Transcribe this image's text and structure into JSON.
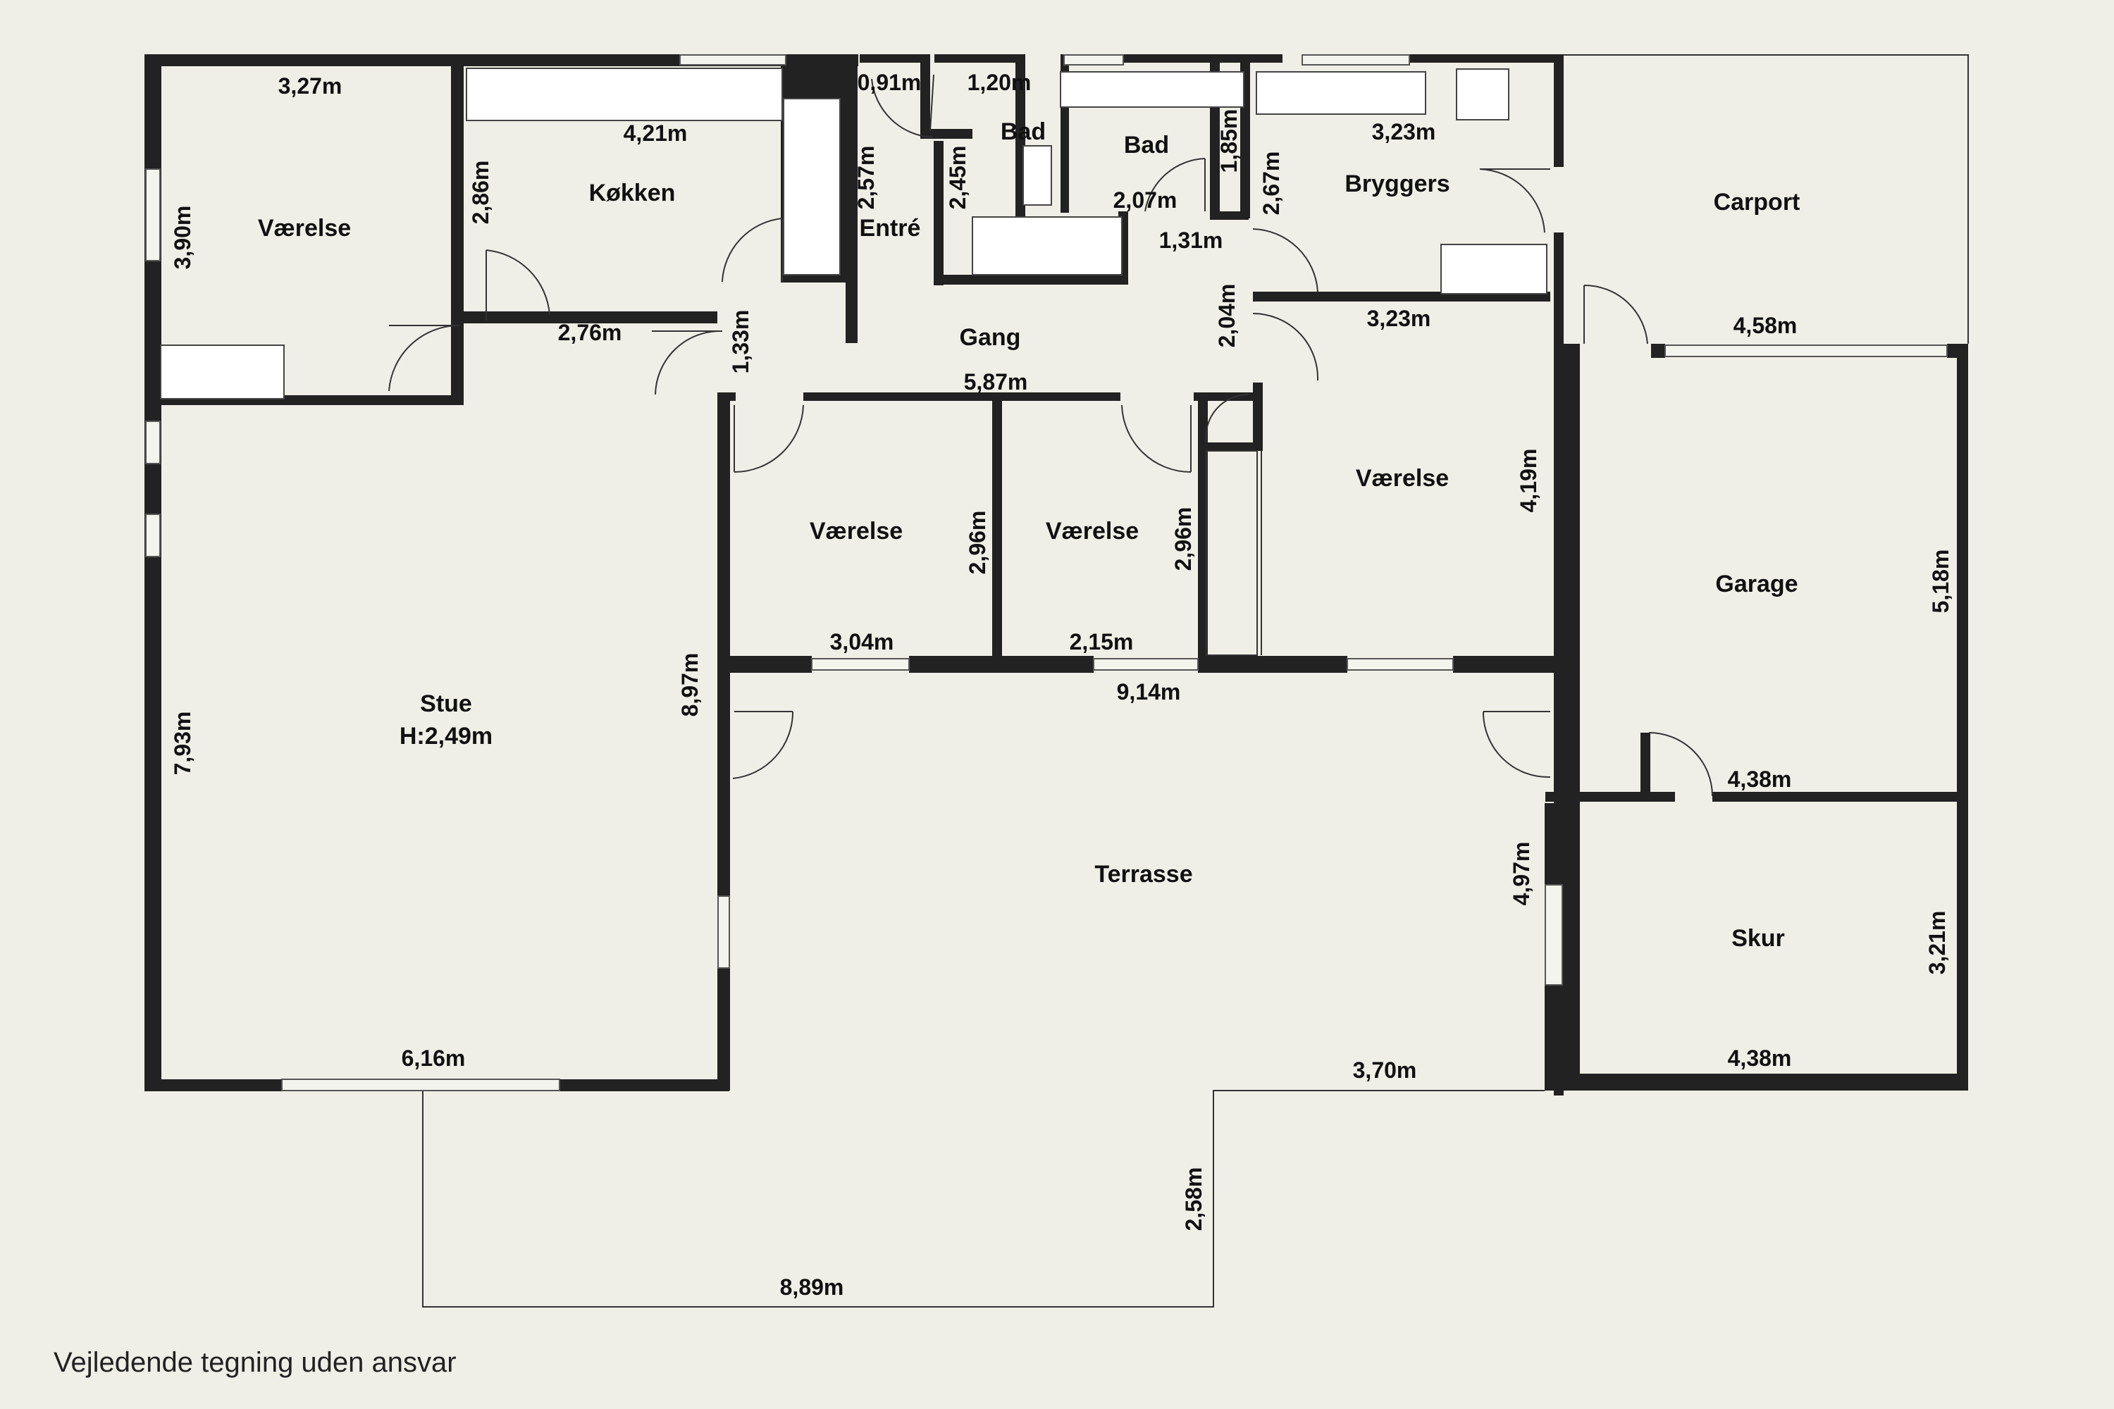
{
  "rooms": {
    "vaerelse_nw": "Værelse",
    "kokken": "Køkken",
    "entre": "Entré",
    "bad1": "Bad",
    "bad2": "Bad",
    "bryggers": "Bryggers",
    "carport": "Carport",
    "gang": "Gang",
    "vaerelse_1": "Værelse",
    "vaerelse_2": "Værelse",
    "vaerelse_3": "Værelse",
    "garage": "Garage",
    "stue": "Stue",
    "stue_height": "H:2,49m",
    "terrasse": "Terrasse",
    "skur": "Skur"
  },
  "dims": {
    "d_327": "3,27m",
    "d_390": "3,90m",
    "d_421": "4,21m",
    "d_286": "2,86m",
    "d_276": "2,76m",
    "d_091": "0,91m",
    "d_120": "1,20m",
    "d_257": "2,57m",
    "d_245": "2,45m",
    "d_207": "2,07m",
    "d_185": "1,85m",
    "d_131": "1,31m",
    "d_267": "2,67m",
    "d_323a": "3,23m",
    "d_323b": "3,23m",
    "d_133": "1,33m",
    "d_587": "5,87m",
    "d_204": "2,04m",
    "d_458": "4,58m",
    "d_419": "4,19m",
    "d_296a": "2,96m",
    "d_296b": "2,96m",
    "d_304": "3,04m",
    "d_215": "2,15m",
    "d_914": "9,14m",
    "d_897": "8,97m",
    "d_518": "5,18m",
    "d_793": "7,93m",
    "d_438a": "4,38m",
    "d_497": "4,97m",
    "d_321": "3,21m",
    "d_616": "6,16m",
    "d_370": "3,70m",
    "d_438b": "4,38m",
    "d_258": "2,58m",
    "d_889": "8,89m"
  },
  "disclaimer": "Vejledende tegning uden ansvar",
  "colors": {
    "background": "#f0efe7",
    "wall": "#222222"
  }
}
